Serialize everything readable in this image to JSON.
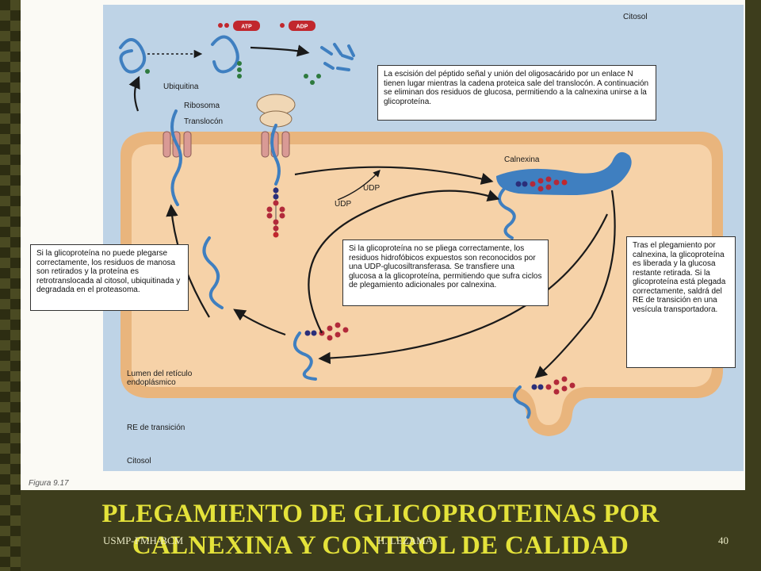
{
  "diagram": {
    "labels": {
      "citosol_top": "Citosol",
      "atp": "ATP",
      "adp": "ADP",
      "ubiquitina": "Ubiquitina",
      "ribosoma": "Ribosoma",
      "translocon": "Translocón",
      "calnexina": "Calnexina",
      "udp_top": "UDP",
      "udp_left": "UDP",
      "lumen": "Lumen del retículo\nendoplásmico",
      "re_transicion": "RE de transición",
      "citosol_bottom": "Citosol",
      "figura": "Figura 9.17"
    },
    "callouts": {
      "escision": "La escisión del péptido señal y unión del oligosacárido por un enlace N tienen lugar mientras la cadena proteica sale del translocón. A continuación se eliminan dos residuos de glucosa, permitiendo a la calnexina unirse a la glicoproteína.",
      "no_pliega": "Si la glicoproteína no se pliega correctamente, los residuos hidrofóbicos expuestos son reconocidos por una UDP-glucosiltransferasa. Se transfiere una glucosa a la glicoproteína, permitiendo que sufra ciclos de plegamiento adicionales por calnexina.",
      "no_puede": "Si la glicoproteína no puede plegarse correctamente, los residuos de manosa son retirados y la proteína es retrotranslocada al citosol, ubiquitinada y degradada en el proteasoma.",
      "tras": "Tras el plegamiento por calnexina, la glicoproteína es liberada y la glucosa restante retirada. Si la glicoproteína está plegada correctamente, saldrá del RE de transición en una vesícula transportadora."
    }
  },
  "slide": {
    "title": "PLEGAMIENTO DE GLICOPROTEINAS POR CALNEXINA Y CONTROL DE CALIDAD",
    "footer_left": "USMP-FMH-BCM",
    "footer_center": "H. LEZAMA",
    "page_number": "40"
  },
  "colors": {
    "cytosol": "#bed3e6",
    "lumen": "#f6d2a8",
    "membrane": "#e9b57d",
    "protein": "#3f7fc0",
    "calnexin": "#3f7fc0",
    "title": "#e4e23a",
    "glucose": "#c1272d",
    "mannose": "#b22a3a",
    "nag": "#2b2f7a"
  }
}
